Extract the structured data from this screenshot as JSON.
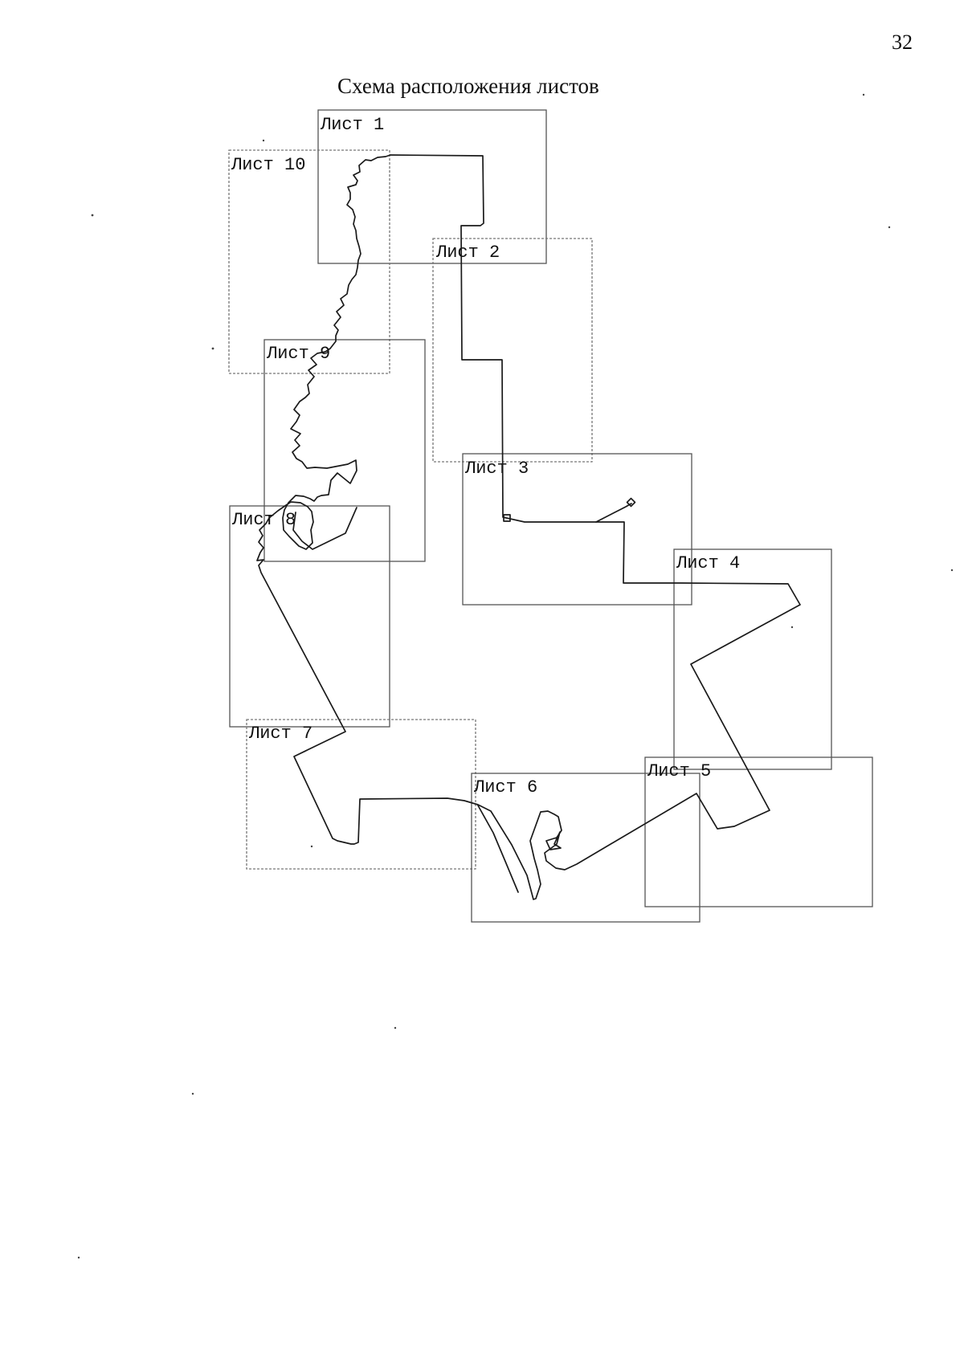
{
  "page_number": "32",
  "title": "Схема расположения листов",
  "sheets": [
    {
      "id": "sheet-1",
      "label": "Лист 1"
    },
    {
      "id": "sheet-2",
      "label": "Лист 2"
    },
    {
      "id": "sheet-3",
      "label": "Лист 3"
    },
    {
      "id": "sheet-4",
      "label": "Лист 4"
    },
    {
      "id": "sheet-5",
      "label": "Лист 5"
    },
    {
      "id": "sheet-6",
      "label": "Лист 6"
    },
    {
      "id": "sheet-7",
      "label": "Лист 7"
    },
    {
      "id": "sheet-8",
      "label": "Лист 8"
    },
    {
      "id": "sheet-9",
      "label": "Лист 9"
    },
    {
      "id": "sheet-10",
      "label": "Лист 10"
    }
  ]
}
